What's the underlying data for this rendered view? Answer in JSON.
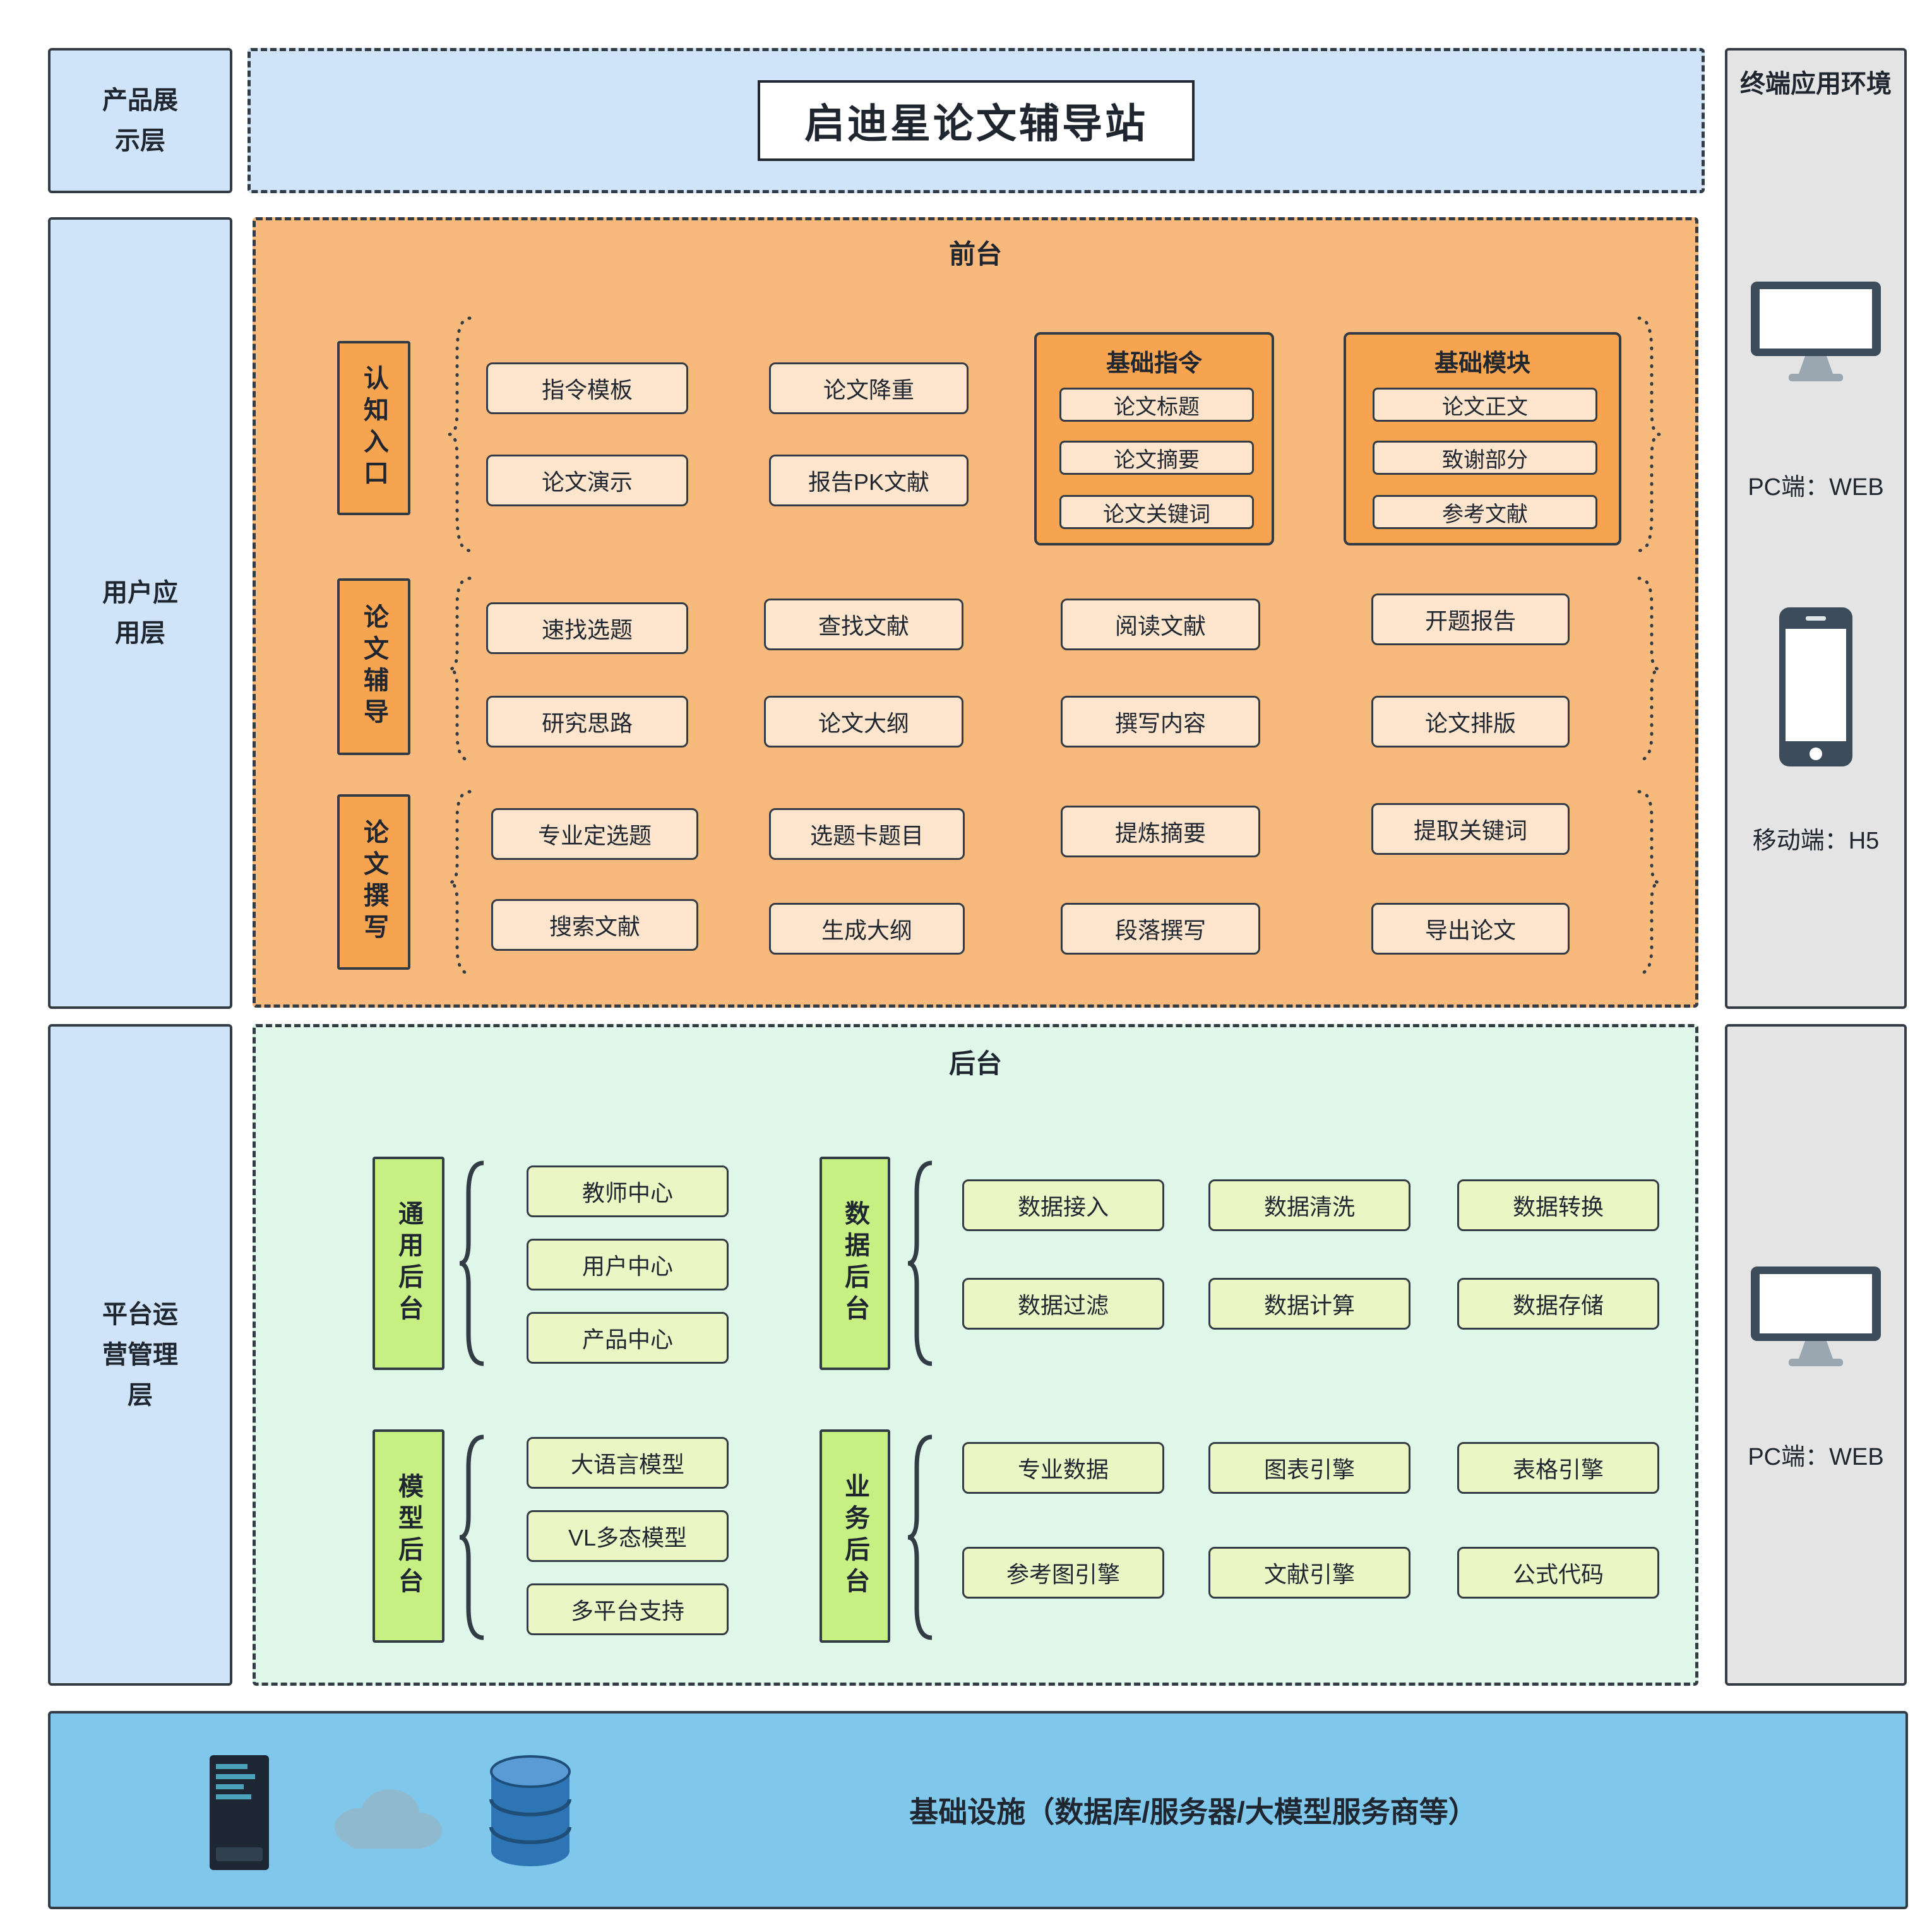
{
  "title": "启迪星论文辅导站",
  "layers": {
    "product": "产品展\n示层",
    "user": "用户应\n用层",
    "platform": "平台运\n营管理\n层"
  },
  "environment": {
    "title": "终端应用环境",
    "pc_label": "PC端：WEB",
    "mobile_label": "移动端：H5",
    "pc_label_2": "PC端：WEB",
    "icons": [
      "monitor-icon",
      "smartphone-icon",
      "monitor-icon"
    ]
  },
  "front": {
    "title": "前台",
    "groups": [
      {
        "label": "认知入口",
        "items": [
          "指令模板",
          "论文演示",
          "论文降重",
          "报告PK文献"
        ],
        "boxes": [
          {
            "title": "基础指令",
            "items": [
              "论文标题",
              "论文摘要",
              "论文关键词"
            ]
          },
          {
            "title": "基础模块",
            "items": [
              "论文正文",
              "致谢部分",
              "参考文献"
            ]
          }
        ]
      },
      {
        "label": "论文辅导",
        "items": [
          "速找选题",
          "研究思路",
          "查找文献",
          "论文大纲",
          "阅读文献",
          "撰写内容",
          "开题报告",
          "论文排版"
        ]
      },
      {
        "label": "论文撰写",
        "items": [
          "专业定选题",
          "搜索文献",
          "选题卡题目",
          "生成大纲",
          "提炼摘要",
          "段落撰写",
          "提取关键词",
          "导出论文"
        ]
      }
    ]
  },
  "back": {
    "title": "后台",
    "groups": [
      {
        "label": "通用后台",
        "items": [
          "教师中心",
          "用户中心",
          "产品中心"
        ]
      },
      {
        "label": "数据后台",
        "items": [
          "数据接入",
          "数据清洗",
          "数据转换",
          "数据过滤",
          "数据计算",
          "数据存储"
        ]
      },
      {
        "label": "模型后台",
        "items": [
          "大语言模型",
          "VL多态模型",
          "多平台支持"
        ]
      },
      {
        "label": "业务后台",
        "items": [
          "专业数据",
          "图表引擎",
          "表格引擎",
          "参考图引擎",
          "文献引擎",
          "公式代码"
        ]
      }
    ]
  },
  "infrastructure": {
    "label": "基础设施（数据库/服务器/大模型服务商等）",
    "icons": [
      "server-icon",
      "cloud-icon",
      "database-icon"
    ]
  },
  "colors": {
    "layer_blue": "#cfe4f9",
    "front_orange": "#f8b97c",
    "front_accent": "#f6a44f",
    "front_item": "#fde4cc",
    "back_mint": "#def7e8",
    "back_accent": "#c7f083",
    "back_item": "#eaf7c5",
    "infra_blue": "#7fc7eb",
    "env_gray": "#e4e4e4",
    "border_dark": "#333b44"
  }
}
